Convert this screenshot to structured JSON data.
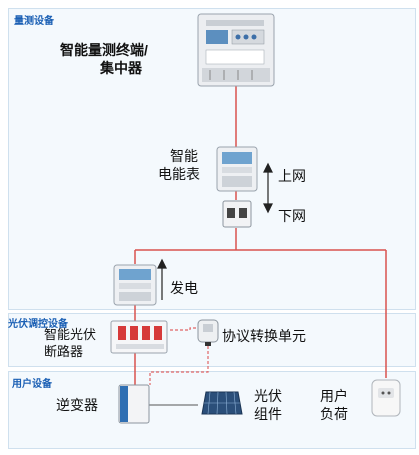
{
  "sections": {
    "measure": "量测设备",
    "pv_control": "光伏调控设备",
    "user": "用户设备"
  },
  "labels": {
    "terminal_line1": "智能量测终端/",
    "terminal_line2": "集中器",
    "meter_line1": "智能",
    "meter_line2": "电能表",
    "grid_up": "上网",
    "grid_down": "下网",
    "generation": "发电",
    "breaker_line1": "智能光伏",
    "breaker_line2": "断路器",
    "protocol_converter": "协议转换单元",
    "inverter": "逆变器",
    "pv_module_line1": "光伏",
    "pv_module_line2": "组件",
    "load_line1": "用户",
    "load_line2": "负荷"
  },
  "colors": {
    "wire_red": "#d9534f",
    "dashed_red": "#e06666",
    "section_border": "#cfe0ee",
    "section_fill": "#f4f9fd",
    "section_label": "#1a5fb4"
  }
}
